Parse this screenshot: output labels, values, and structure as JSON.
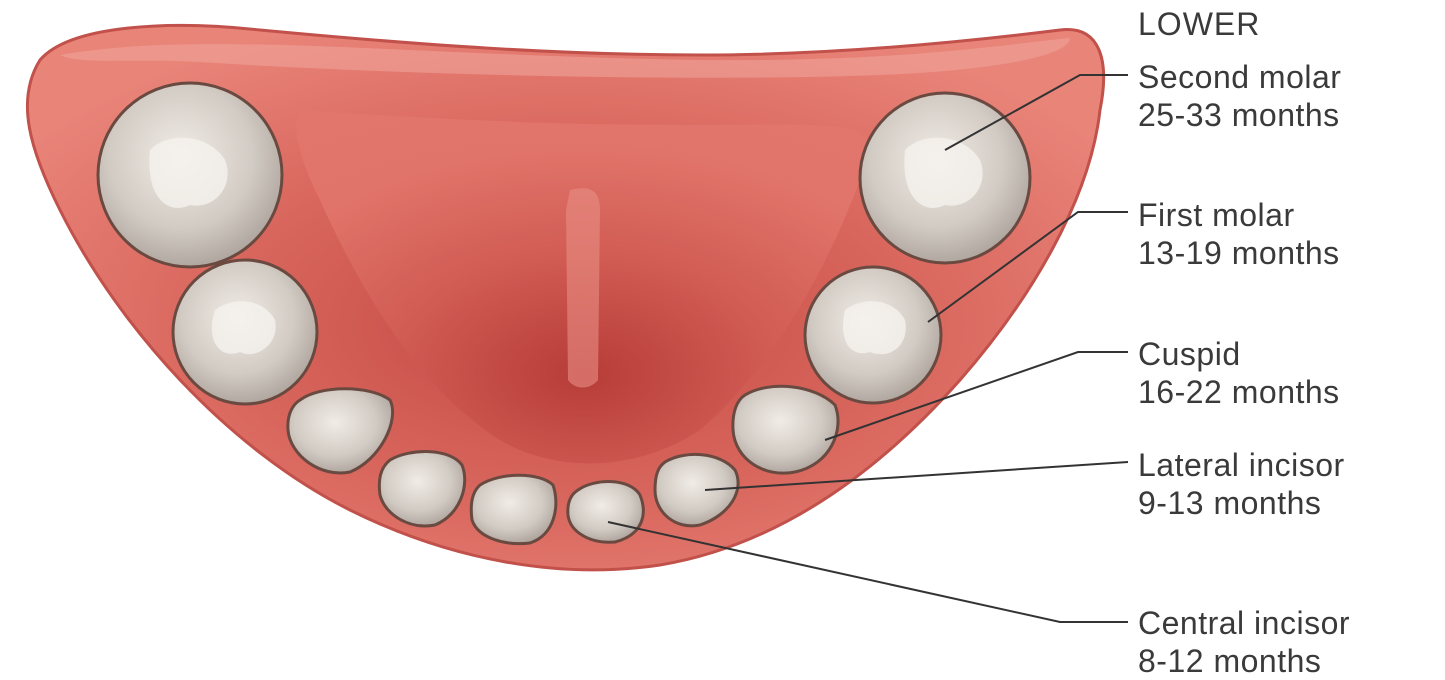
{
  "diagram": {
    "heading": "LOWER",
    "colors": {
      "gum": "#d9675e",
      "gum_dark": "#b8423d",
      "gum_light": "#ef9a8f",
      "tooth": "#d8d2cc",
      "tooth_outline": "#6a4a40",
      "leader_line": "#333333",
      "text": "#3a3a3a"
    },
    "labels": [
      {
        "name": "Second molar",
        "age": "25-33 months"
      },
      {
        "name": "First molar",
        "age": "13-19 months"
      },
      {
        "name": "Cuspid",
        "age": "16-22 months"
      },
      {
        "name": "Lateral incisor",
        "age": "9-13 months"
      },
      {
        "name": "Central incisor",
        "age": "8-12 months"
      }
    ]
  }
}
